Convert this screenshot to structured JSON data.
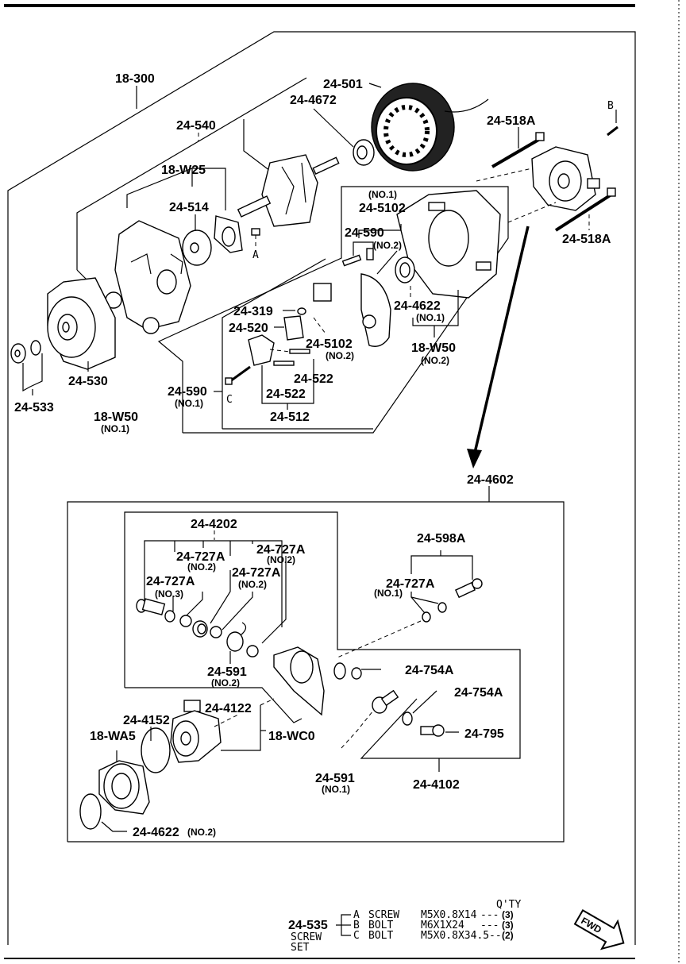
{
  "diagram": {
    "title": "Alternator exploded parts diagram",
    "top_group": {
      "assembly": "18-300",
      "labels": {
        "p24_501": "24-501",
        "p24_4672": "24-4672",
        "p24_540": "24-540",
        "p18_W25": "18-W25",
        "p24_514": "24-514",
        "p24_518A_top": "24-518A",
        "p24_518A_bottom": "24-518A",
        "ref_B": "B",
        "ref_A": "A",
        "ref_C": "C",
        "no1_5102_note": "(NO.1)",
        "p24_5102_no1": "24-5102",
        "p24_590_no2": "24-590",
        "no2_590_note": "(NO.2)",
        "p24_4622_no1": "24-4622",
        "no1_4622_note": "(NO.1)",
        "p18_W50_no2": "18-W50",
        "no2_W50_note": "(NO.2)",
        "p24_319": "24-319",
        "p24_520": "24-520",
        "p24_5102_no2": "24-5102",
        "no2_5102_note": "(NO.2)",
        "p24_522_a": "24-522",
        "p24_522_b": "24-522",
        "p24_512": "24-512",
        "p24_590_no1": "24-590",
        "no1_590_note": "(NO.1)",
        "p18_W50_no1": "18-W50",
        "no1_W50_note": "(NO.1)",
        "p24_530": "24-530",
        "p24_533": "24-533"
      }
    },
    "bottom_group": {
      "assembly": "24-4602",
      "labels": {
        "p24_4202": "24-4202",
        "p24_727A_no2_a": "24-727A",
        "no2_a": "(NO.2)",
        "p24_727A_no2_b": "24-727A",
        "no2_b": "(NO.2)",
        "p24_727A_no3": "24-727A",
        "no3": "(NO.3)",
        "p24_727A_no2_c": "24-727A",
        "no2_c": "(NO.2)",
        "p24_591_no2": "24-591",
        "no2_591": "(NO.2)",
        "p24_598A": "24-598A",
        "p24_727A_no1": "24-727A",
        "no1_727": "(NO.1)",
        "p24_754A_a": "24-754A",
        "p24_754A_b": "24-754A",
        "p24_795": "24-795",
        "p24_4102": "24-4102",
        "p24_591_no1": "24-591",
        "no1_591": "(NO.1)",
        "p24_4122": "24-4122",
        "p18_WC0": "18-WC0",
        "p24_4152": "24-4152",
        "p18_WA5": "18-WA5",
        "p24_4622_no2": "24-4622",
        "no2_4622": "(NO.2)"
      }
    },
    "screw_set": {
      "part_no": "24-535",
      "name_line1": "SCREW",
      "name_line2": "SET",
      "qty_header": "Q'TY",
      "items": [
        {
          "ref": "A",
          "type": "SCREW",
          "spec": "M5X0.8X14",
          "qty": "(3)"
        },
        {
          "ref": "B",
          "type": "BOLT",
          "spec": "M6X1X24",
          "qty": "(3)"
        },
        {
          "ref": "C",
          "type": "BOLT",
          "spec": "M5X0.8X34.5",
          "qty": "(2)"
        }
      ]
    },
    "direction_badge": "FWD"
  }
}
